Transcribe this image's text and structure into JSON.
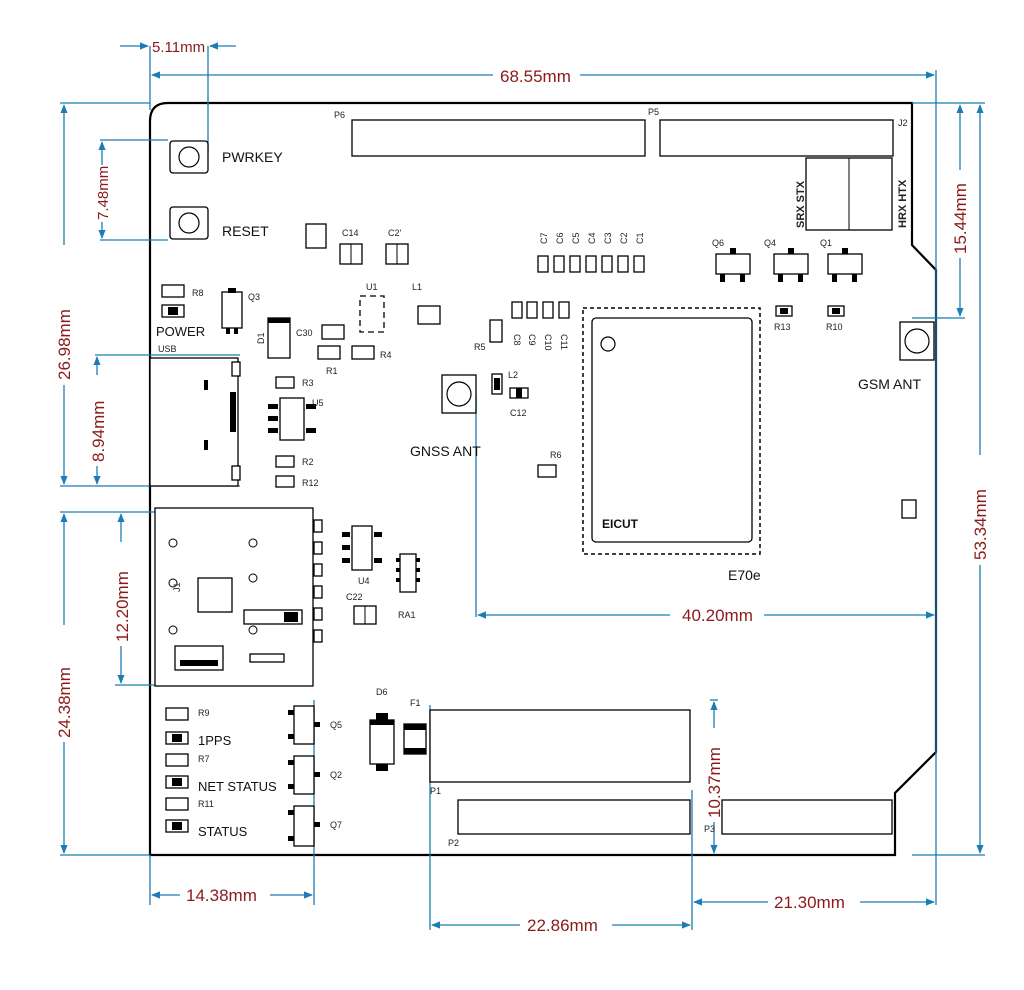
{
  "dimensions": {
    "d_5_11": "5.11mm",
    "d_68_55": "68.55mm",
    "d_7_48": "7.48mm",
    "d_26_98": "26.98mm",
    "d_8_94": "8.94mm",
    "d_15_44": "15.44mm",
    "d_53_34": "53.34mm",
    "d_12_20": "12.20mm",
    "d_24_38": "24.38mm",
    "d_40_20": "40.20mm",
    "d_10_37": "10.37mm",
    "d_14_38": "14.38mm",
    "d_22_86": "22.86mm",
    "d_21_30": "21.30mm"
  },
  "labels": {
    "pwrkey": "PWRKEY",
    "reset": "RESET",
    "power": "POWER",
    "gnss_ant": "GNSS ANT",
    "gsm_ant": "GSM ANT",
    "module": "E70e",
    "module_brand": "EICUT",
    "pps": "1PPS",
    "net_status": "NET STATUS",
    "status": "STATUS",
    "smx_srx": "SRX STX",
    "hrx_htx": "HRX HTX",
    "c14": "C14",
    "c21": "C2'",
    "u1": "U1",
    "l1": "L1",
    "r8": "R8",
    "q3": "Q3",
    "d1": "D1",
    "c30": "C30",
    "r1": "R1",
    "r4": "R4",
    "u5": "U5",
    "r3": "R3",
    "r2": "R2",
    "r12": "R12",
    "usb": "USB",
    "r5": "R5",
    "l2": "L2",
    "c12": "C12",
    "r6": "R6",
    "c7": "C7",
    "c6": "C6",
    "c5": "C5",
    "c4": "C4",
    "c3": "C3",
    "c2": "C2",
    "c1": "C1",
    "c8": "C8",
    "c9": "C9",
    "c10": "C10",
    "c11": "C11",
    "q6": "Q6",
    "q4": "Q4",
    "q1": "Q1",
    "r13": "R13",
    "r10": "R10",
    "p6": "P6",
    "p5": "P5",
    "p4": "J2",
    "u4": "U4",
    "c22": "C22",
    "ra1": "RA1",
    "j1": "J1",
    "d6": "D6",
    "f1": "F1",
    "p1": "P1",
    "p2": "P2",
    "p3": "P3",
    "r9": "R9",
    "r7": "R7",
    "r11": "R11",
    "q5": "Q5",
    "q2": "Q2",
    "q7": "Q7"
  },
  "colors": {
    "dimension_line": "#1c7cb5",
    "dimension_text": "#8b1a1a",
    "outline": "#000000"
  }
}
